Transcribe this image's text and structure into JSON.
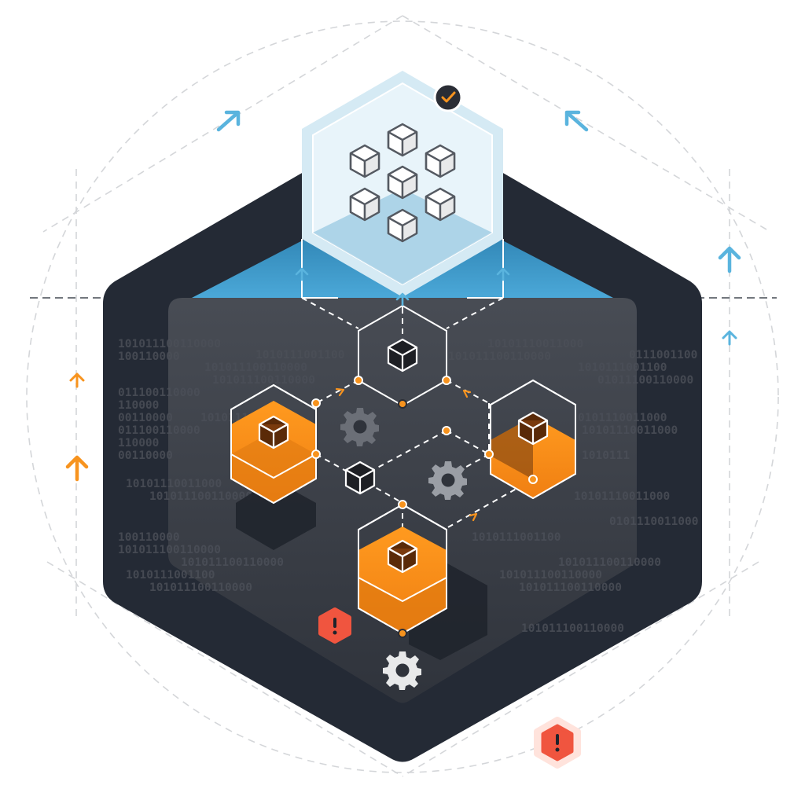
{
  "binary_text": [
    "101011100110000",
    "100110000",
    "1010111001100",
    "101011100110000",
    "101011100110000",
    "10101110011000",
    "101011100110000",
    "0111001100",
    "011100110000",
    "110000",
    "00110000",
    "10101110011000",
    "011100110000",
    "110000",
    "00110000",
    "10101110011000",
    "101011100110000",
    "1010111001100",
    "01011100110000",
    "0101110011000",
    "10101110011000",
    "10101110011000",
    "0101110011000",
    "100110000",
    "101011100110000",
    "1010111001100",
    "101011100110000",
    "101011100110000",
    "1010111001100",
    "1010111",
    "101011100110000",
    "101011100110000",
    "101011100110000",
    "101011100110000"
  ],
  "colors": {
    "dark_hex": "#242a35",
    "panel": "#3a3e46",
    "blue_accent": "#5ab4de",
    "blue_light": "#d3e9f3",
    "orange": "#f7931e",
    "orange_dark": "#c96a10",
    "alert_red": "#f0553f",
    "check_badge": "#2a2d35"
  },
  "icons": {
    "check": "check-icon",
    "alert": "alert-icon",
    "gear": "gear-icon",
    "cube": "cube-icon",
    "arrow": "arrow-icon"
  }
}
